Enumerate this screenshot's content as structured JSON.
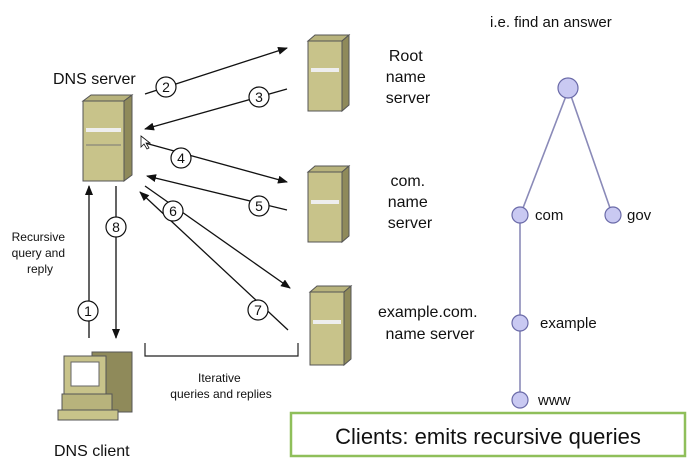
{
  "header": {
    "note": "i.e. find an answer"
  },
  "servers": {
    "dns_server": "DNS server",
    "root": [
      "Root",
      "name",
      "server"
    ],
    "com": [
      "com.",
      "name",
      "server"
    ],
    "example": [
      "example.com.",
      "name server"
    ],
    "client": "DNS client"
  },
  "labels": {
    "recursive": [
      "Recursive",
      "query and",
      "reply"
    ],
    "iterative": [
      "Iterative",
      "queries and replies"
    ]
  },
  "steps": [
    "1",
    "2",
    "3",
    "4",
    "5",
    "6",
    "7",
    "8"
  ],
  "tree": {
    "com": "com",
    "gov": "gov",
    "example": "example",
    "www": "www"
  },
  "caption": "Clients: emits recursive queries",
  "colors": {
    "server_body": "#c8c38a",
    "server_shade": "#8f8a5a",
    "tree_node_fill": "#c9c9f2",
    "tree_node_stroke": "#6a6aa8",
    "tree_edge": "#8a8ab8",
    "caption_border": "#8fbf5a"
  }
}
